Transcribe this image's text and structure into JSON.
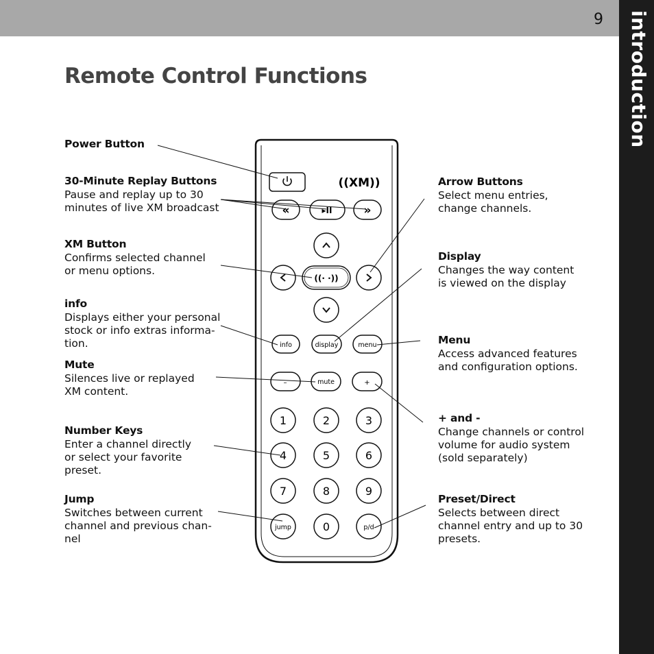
{
  "page": {
    "number": "9",
    "section": "introduction",
    "title": "Remote Control Functions"
  },
  "callouts_left": [
    {
      "heading": "Power Button",
      "desc": ""
    },
    {
      "heading": "30-Minute Replay Buttons",
      "desc": "Pause and replay up to 30\nminutes of live XM broadcast"
    },
    {
      "heading": "XM Button",
      "desc": "Confirms selected channel\nor menu options."
    },
    {
      "heading": "info",
      "desc": "Displays either your personal\nstock or info extras informa-\ntion."
    },
    {
      "heading": "Mute",
      "desc": "Silences live or replayed\nXM content."
    },
    {
      "heading": "Number Keys",
      "desc": "Enter a channel directly\nor select your favorite\npreset."
    },
    {
      "heading": "Jump",
      "desc": "Switches between current\nchannel and previous chan-\nnel"
    }
  ],
  "callouts_right": [
    {
      "heading": "Arrow Buttons",
      "desc": "Select menu entries,\nchange channels."
    },
    {
      "heading": "Display",
      "desc": "Changes the way content\nis viewed on the display"
    },
    {
      "heading": "Menu",
      "desc": "Access advanced features\nand configuration options."
    },
    {
      "heading": "+ and -",
      "desc": "Change channels or control\nvolume for audio system\n(sold separately)"
    },
    {
      "heading": "Preset/Direct",
      "desc": "Selects between direct\nchannel entry and up to 30\npresets."
    }
  ],
  "remote": {
    "logo": "((XM))",
    "replay_back": "«",
    "play_pause": "▸II",
    "replay_fwd": "»",
    "xm_button": "((·  ·))",
    "info": "info",
    "display": "display",
    "menu": "menu",
    "minus": "–",
    "mute": "mute",
    "plus": "+",
    "keys": [
      "1",
      "2",
      "3",
      "4",
      "5",
      "6",
      "7",
      "8",
      "9",
      "jump",
      "0",
      "p/d"
    ]
  },
  "icons": {
    "power": "power-icon",
    "up": "chevron-up-icon",
    "down": "chevron-down-icon",
    "left": "chevron-left-icon",
    "right": "chevron-right-icon"
  }
}
